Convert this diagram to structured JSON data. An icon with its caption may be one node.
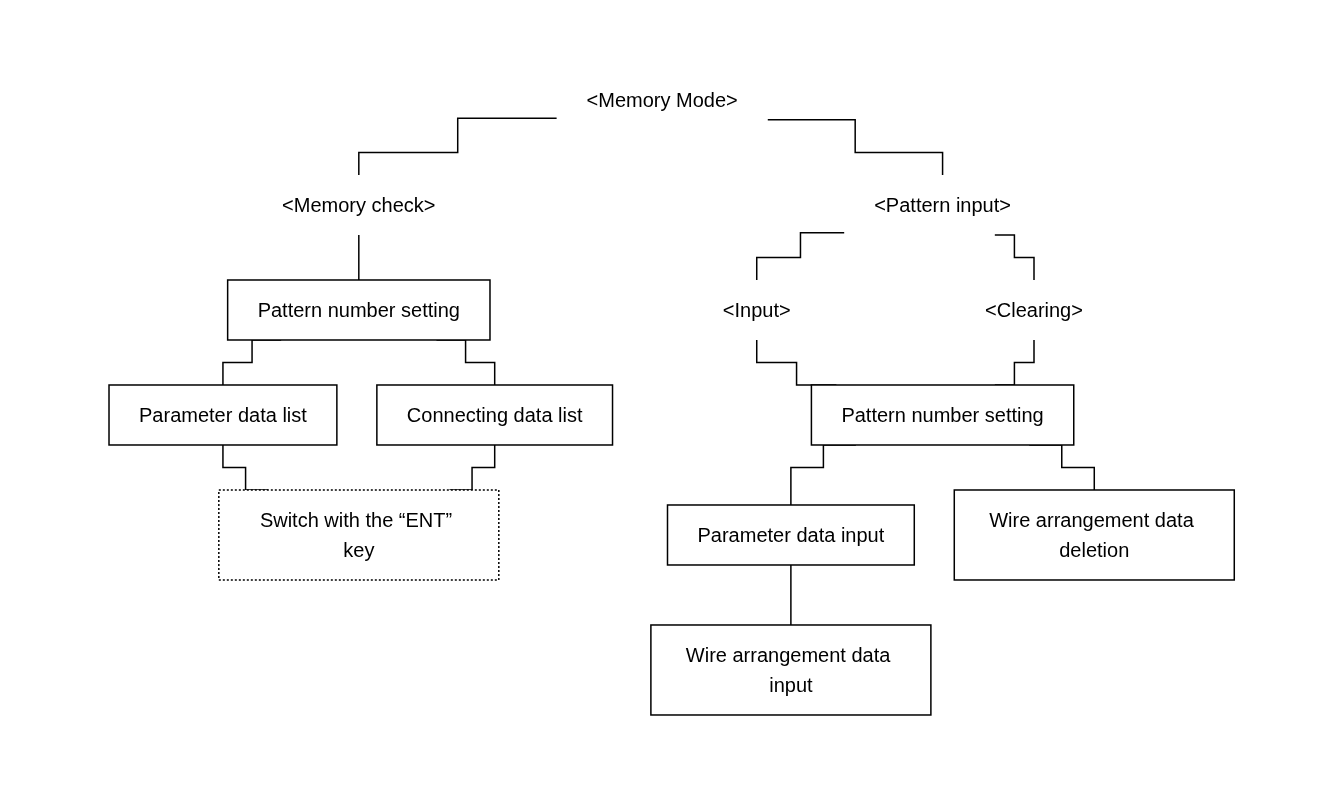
{
  "diagram": {
    "nodes": [
      {
        "text": [
          "<Memory Mode>"
        ]
      },
      {
        "text": [
          "<Memory check>"
        ]
      },
      {
        "text": [
          "<Pattern input>"
        ]
      },
      {
        "text": [
          "Pattern number setting"
        ]
      },
      {
        "text": [
          "Parameter data list"
        ]
      },
      {
        "text": [
          "Connecting data list"
        ]
      },
      {
        "text": [
          "Switch with the “ENT” key"
        ]
      },
      {
        "text": [
          "<Input>"
        ]
      },
      {
        "text": [
          "<Clearing>"
        ]
      },
      {
        "text": [
          "Pattern number setting"
        ]
      },
      {
        "text": [
          "Parameter data input"
        ]
      },
      {
        "text": [
          "Wire arrangement data deletion"
        ]
      },
      {
        "text": [
          "Wire arrangement data input"
        ]
      }
    ],
    "edges": [
      {
        "from": 0,
        "to": 1,
        "arrow": "none"
      },
      {
        "from": 0,
        "to": 2,
        "arrow": "none"
      },
      {
        "from": 1,
        "to": 3,
        "arrow": "none"
      },
      {
        "from": 3,
        "to": 4,
        "arrow": "none"
      },
      {
        "from": 3,
        "to": 5,
        "arrow": "none"
      },
      {
        "from": 4,
        "to": 6,
        "arrow": "none"
      },
      {
        "from": 5,
        "to": 6,
        "arrow": "none"
      },
      {
        "from": 2,
        "to": 7,
        "arrow": "none"
      },
      {
        "from": 2,
        "to": 8,
        "arrow": "none"
      },
      {
        "from": 7,
        "to": 9,
        "arrow": "none"
      },
      {
        "from": 8,
        "to": 9,
        "arrow": "none"
      },
      {
        "from": 9,
        "to": 10,
        "arrow": "none"
      },
      {
        "from": 9,
        "to": 11,
        "arrow": "none"
      },
      {
        "from": 10,
        "to": 12,
        "arrow": "none"
      }
    ]
  }
}
